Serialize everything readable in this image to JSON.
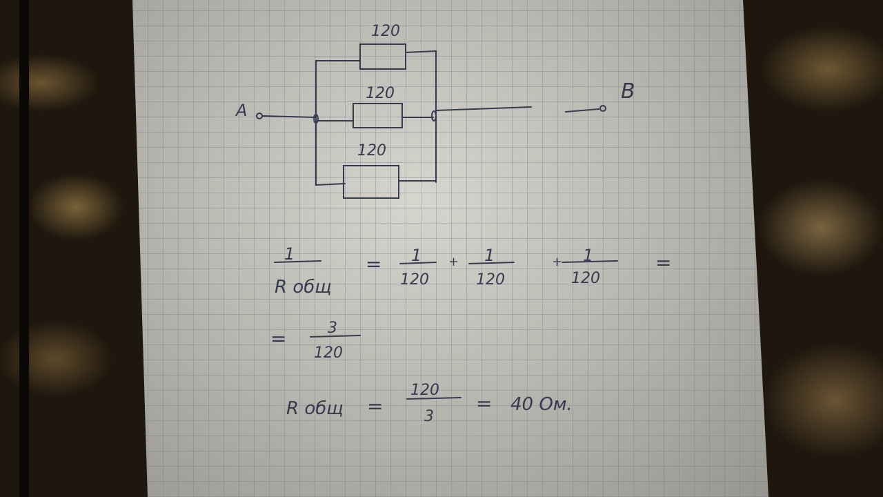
{
  "circuit": {
    "terminal_a": "A",
    "terminal_b": "B",
    "resistors": [
      "120",
      "120",
      "120"
    ]
  },
  "equations": {
    "line1": {
      "lhs_num": "1",
      "lhs_den": "R общ",
      "eq": "=",
      "terms": [
        {
          "num": "1",
          "den": "120"
        },
        {
          "num": "1",
          "den": "120"
        },
        {
          "num": "1",
          "den": "120"
        }
      ],
      "plus": "+",
      "trailing_eq": "="
    },
    "line2": {
      "eq": "=",
      "num": "3",
      "den": "120"
    },
    "line3": {
      "lhs": "R общ",
      "eq": "=",
      "num": "120",
      "den": "3",
      "eq2": "=",
      "result": "40 Ом."
    }
  }
}
